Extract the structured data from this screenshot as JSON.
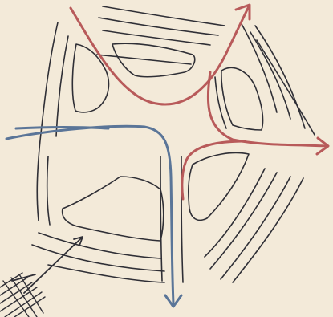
{
  "diagram": {
    "kind": "pen sketch of a road interchange",
    "colors": {
      "paper": "#f3ead9",
      "ink": "#2f2f36",
      "red_route": "#b85a5a",
      "blue_route": "#5a7598"
    },
    "routes": [
      {
        "name": "red-route-upper",
        "color": "red_route",
        "arrow": "up-right"
      },
      {
        "name": "red-route-right",
        "color": "red_route",
        "arrow": "right"
      },
      {
        "name": "blue-route",
        "color": "blue_route",
        "arrow": "down"
      }
    ],
    "text": []
  }
}
